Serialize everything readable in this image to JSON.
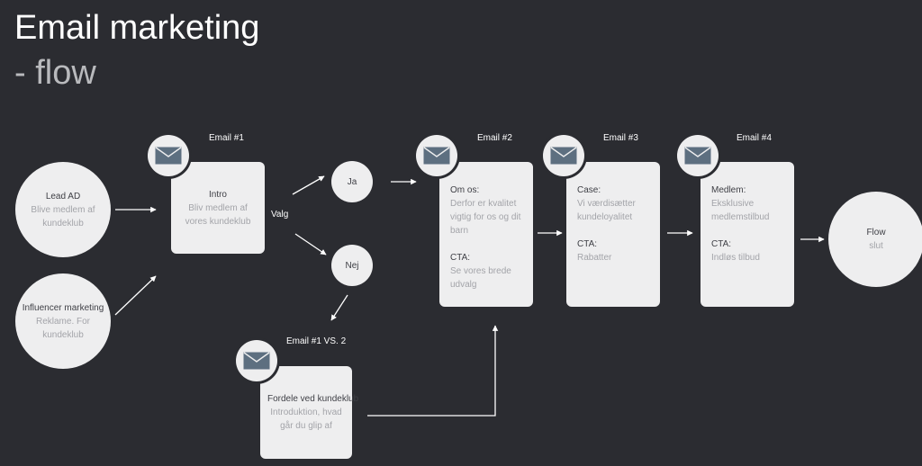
{
  "title": {
    "line1": "Email marketing",
    "line2": "- flow"
  },
  "sources": {
    "lead_ad": {
      "name": "Lead AD",
      "desc": "Blive medlem af kundeklub"
    },
    "influencer": {
      "name": "Influencer marketing",
      "desc": "Reklame. For kundeklub"
    }
  },
  "email1": {
    "label": "Email #1",
    "title": "Intro",
    "desc": "Bliv medlem af vores kundeklub"
  },
  "decision": {
    "label": "Valg",
    "yes": "Ja",
    "no": "Nej"
  },
  "email1b": {
    "label": "Email #1 VS. 2",
    "title": "Fordele ved kundeklub",
    "desc": "Introduktion, hvad går du glip af"
  },
  "email2": {
    "label": "Email #2",
    "title": "Om os:",
    "desc": "Derfor er kvalitet vigtig for os og dit barn",
    "cta_title": "CTA:",
    "cta_desc": "Se vores brede udvalg"
  },
  "email3": {
    "label": "Email #3",
    "title": "Case:",
    "desc": "Vi værdisætter kundeloyalitet",
    "cta_title": "CTA:",
    "cta_desc": "Rabatter"
  },
  "email4": {
    "label": "Email #4",
    "title": "Medlem:",
    "desc": "Eksklusive medlemstilbud",
    "cta_title": "CTA:",
    "cta_desc": "Indløs tilbud"
  },
  "end": {
    "title": "Flow",
    "desc": "slut"
  },
  "colors": {
    "background": "#2b2c31",
    "node": "#eeeeef",
    "text_dark": "#3e3f45",
    "text_light": "#a3a4a9",
    "icon": "#5d6f80"
  }
}
